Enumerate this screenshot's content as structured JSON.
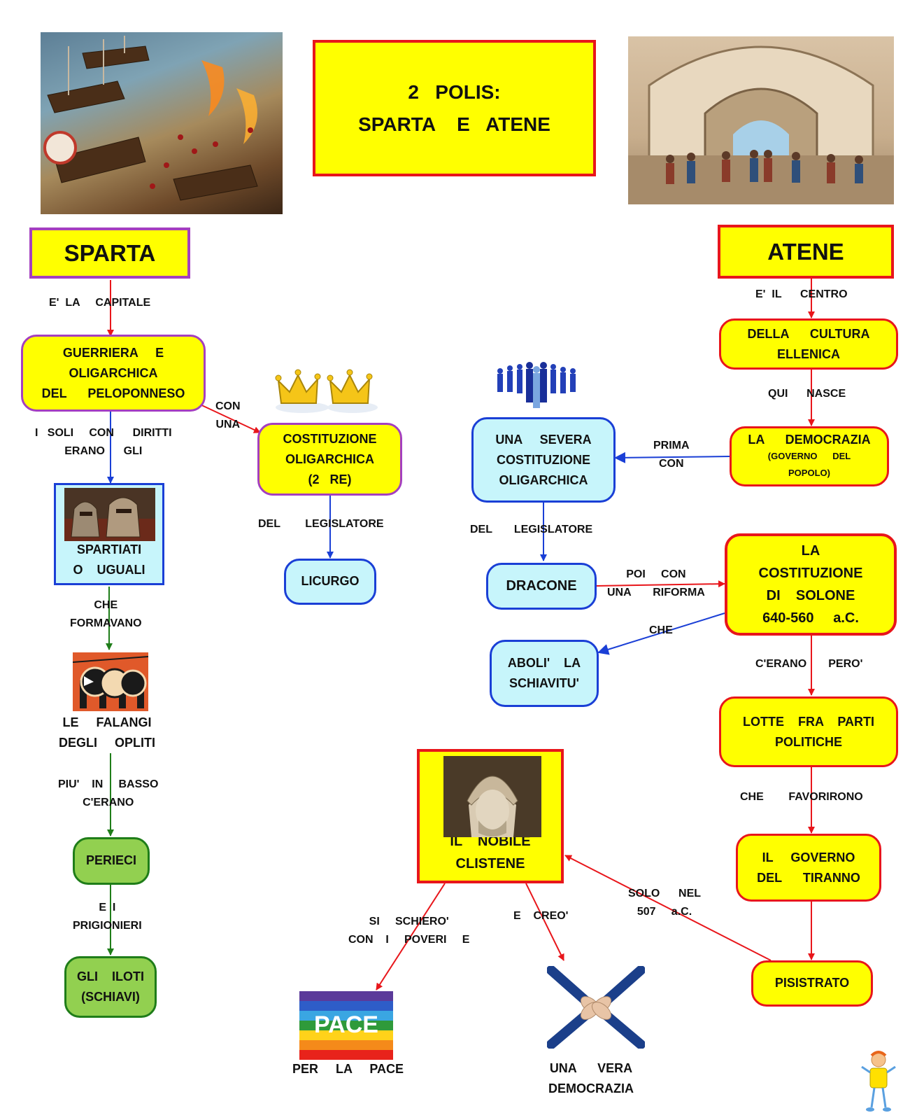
{
  "title": {
    "line1": "2   POLIS:",
    "line2": "SPARTA    E   ATENE"
  },
  "sparta": {
    "header": "SPARTA",
    "e_la_capitale": "E'  LA     CAPITALE",
    "guerriera": [
      "GUERRIERA     E",
      "OLIGARCHICA",
      "DEL      PELOPONNESO"
    ],
    "con_una": [
      "CON",
      "UNA"
    ],
    "i_soli": [
      "I   SOLI     CON      DIRITTI",
      "ERANO      GLI"
    ],
    "costituzione": [
      "COSTITUZIONE",
      "OLIGARCHICA",
      "(2   RE)"
    ],
    "del_legislatore": "DEL        LEGISLATORE",
    "licurgo": "LICURGO",
    "spartiati": [
      "SPARTIATI",
      "O    UGUALI"
    ],
    "che_formavano": [
      "CHE",
      "FORMAVANO"
    ],
    "falangi": [
      "LE     FALANGI",
      "DEGLI     OPLITI"
    ],
    "piu_in_basso": [
      "PIU'    IN     BASSO",
      "C'ERANO"
    ],
    "perieci": "PERIECI",
    "e_i": [
      "E  I",
      "PRIGIONIERI"
    ],
    "iloti": [
      "GLI    ILOTI",
      "(SCHIAVI)"
    ]
  },
  "atene": {
    "header": "ATENE",
    "e_il_centro": "E'  IL      CENTRO",
    "cultura": [
      "DELLA      CULTURA",
      "ELLENICA"
    ],
    "qui_nasce": "QUI      NASCE",
    "democrazia": [
      "LA      DEMOCRAZIA",
      "(GOVERNO      DEL",
      "POPOLO)"
    ],
    "prima_con": [
      "PRIMA",
      "CON"
    ],
    "severa": [
      "UNA     SEVERA",
      "COSTITUZIONE",
      "OLIGARCHICA"
    ],
    "del_legislatore": "DEL       LEGISLATORE",
    "dracone": "DRACONE",
    "poi_con": [
      "POI     CON",
      "UNA       RIFORMA"
    ],
    "solone": [
      "LA",
      "COSTITUZIONE",
      "DI    SOLONE",
      "640-560     a.C."
    ],
    "che": "CHE",
    "aboli": [
      "ABOLI'    LA",
      "SCHIAVITU'"
    ],
    "cerano_pero": "C'ERANO       PERO'",
    "lotte": [
      "LOTTE    FRA    PARTI",
      "POLITICHE"
    ],
    "che_favorirono": "CHE        FAVORIRONO",
    "tiranno": [
      "IL     GOVERNO",
      "DEL      TIRANNO"
    ],
    "pisistrato": "PISISTRATO",
    "solo_nel": [
      "SOLO      NEL",
      "507     a.C."
    ]
  },
  "clistene": {
    "box": [
      "IL    NOBILE",
      "CLISTENE"
    ],
    "si_schiero": [
      "SI     SCHIERO'",
      "CON    I     POVERI     E"
    ],
    "e_creo": "E    CREO'",
    "pace_flag": "PACE",
    "per_la_pace": "PER     LA     PACE",
    "vera_democrazia": [
      "UNA      VERA",
      "DEMOCRAZIA"
    ]
  },
  "colors": {
    "yellow": "#ffff00",
    "cyan": "#c7f5fb",
    "green": "#92d050",
    "red": "#e8161b",
    "blue": "#1a3fd6",
    "purple": "#a43fbf",
    "dkgreen": "#1f7d19"
  }
}
